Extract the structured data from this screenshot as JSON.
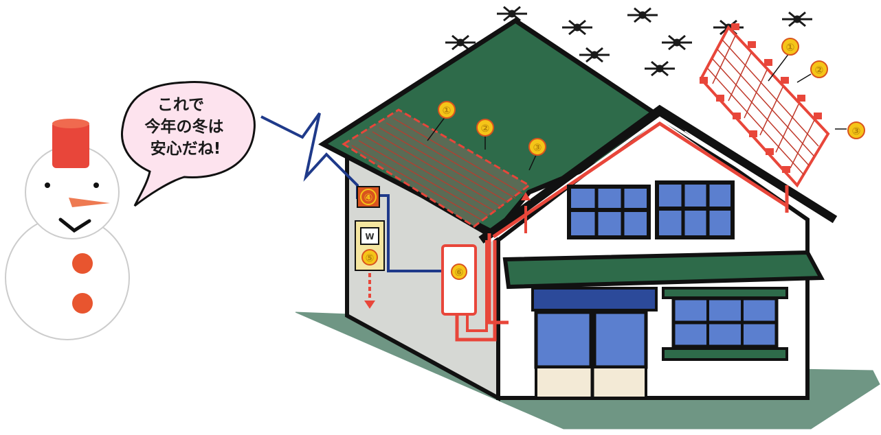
{
  "speech_bubble": {
    "line1": "これで",
    "line2": "今年の冬は",
    "line3": "安心だね!"
  },
  "markers": {
    "roof_heater_1": "①",
    "roof_heater_2": "②",
    "roof_heater_3": "③",
    "panel_detail_1": "①",
    "panel_detail_2": "②",
    "panel_detail_3": "③",
    "control_box": "④",
    "power_meter": "⑤",
    "power_meter_label": "W",
    "distribution_unit": "⑥"
  },
  "colors": {
    "roof_green": "#2e6b4a",
    "heater_red": "#e8463a",
    "wire_blue": "#1f3a8a",
    "window_blue": "#5b7fcf",
    "marker_yellow": "#f5c518",
    "ground_green": "#6f9684"
  }
}
